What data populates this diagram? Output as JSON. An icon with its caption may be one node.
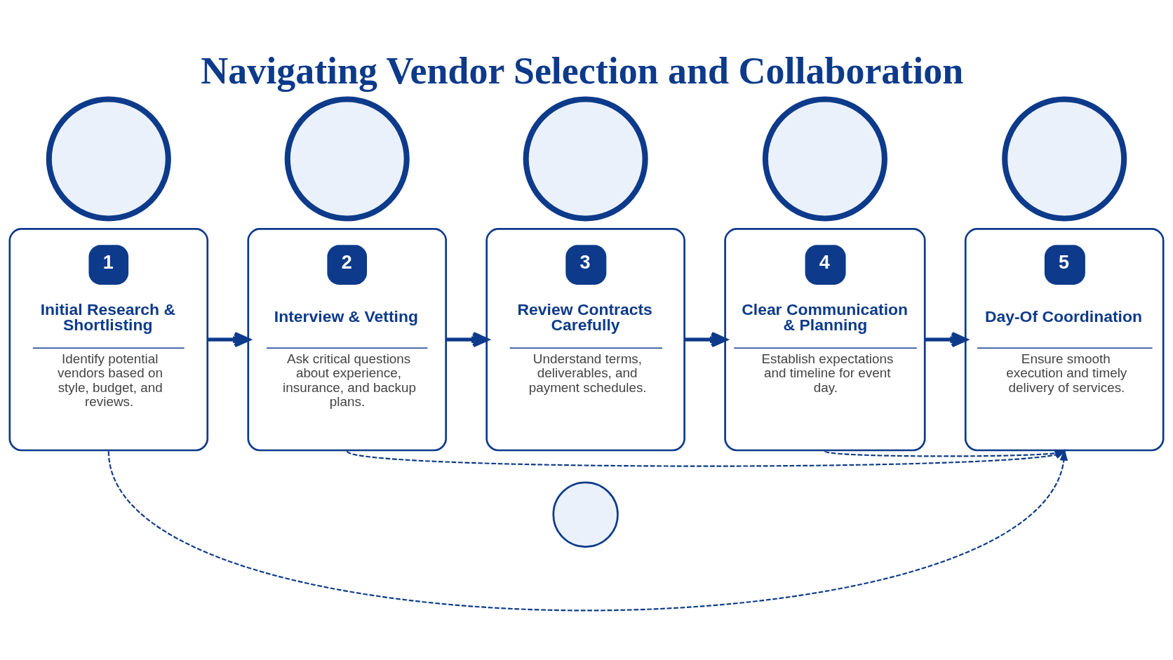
{
  "diagram": {
    "title": "Navigating Vendor Selection and Collaboration",
    "nodes": [
      {
        "text": [
          "1",
          "Initial Research & Shortlisting",
          "Identify potential vendors based on style, budget, and reviews."
        ]
      },
      {
        "text": [
          "2",
          "Interview & Vetting",
          "Ask critical questions about experience, insurance, and backup plans."
        ]
      },
      {
        "text": [
          "3",
          "Review Contracts Carefully",
          "Understand terms, deliverables, and payment schedules."
        ]
      },
      {
        "text": [
          "4",
          "Clear Communication & Planning",
          "Establish expectations and timeline for event day."
        ]
      },
      {
        "text": [
          "5",
          "Day-Of Coordination",
          "Ensure smooth execution and timely delivery of services."
        ]
      },
      {
        "text": [],
        "shape": "circle"
      },
      {
        "text": [],
        "shape": "circle"
      },
      {
        "text": [],
        "shape": "circle"
      },
      {
        "text": [],
        "shape": "circle"
      },
      {
        "text": [],
        "shape": "circle"
      },
      {
        "text": [],
        "shape": "circle"
      }
    ],
    "edges": [
      {
        "from": 0,
        "to": 1,
        "arrow": "to"
      },
      {
        "from": 1,
        "to": 2,
        "arrow": "to"
      },
      {
        "from": 2,
        "to": 3,
        "arrow": "to"
      },
      {
        "from": 3,
        "to": 4,
        "arrow": "to"
      },
      {
        "from": 0,
        "to": 4,
        "arrow": "to",
        "style": "dashed"
      },
      {
        "from": 1,
        "to": 4,
        "arrow": "to",
        "style": "dashed"
      },
      {
        "from": 3,
        "to": 4,
        "arrow": "to",
        "style": "dashed"
      }
    ]
  }
}
